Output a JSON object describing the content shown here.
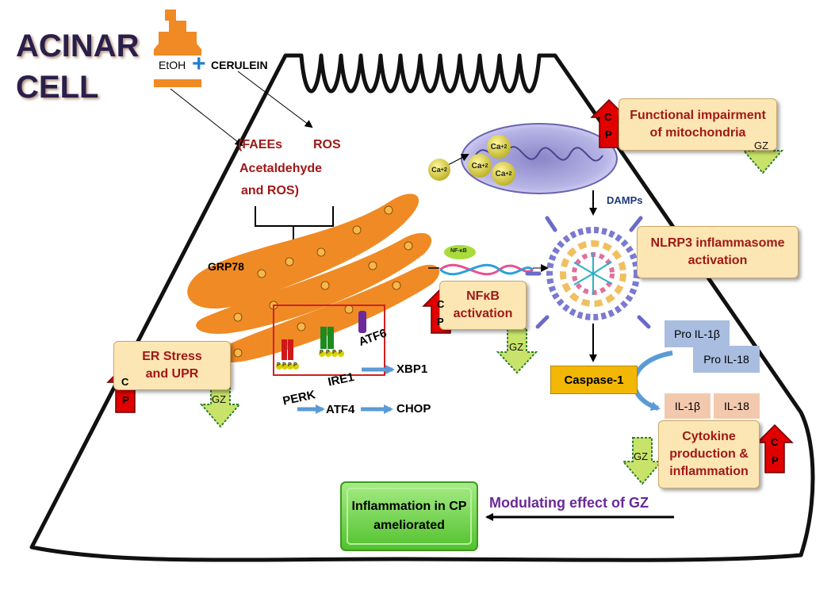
{
  "title": {
    "line1": "ACINAR",
    "line2": "CELL"
  },
  "inputs": {
    "etoh": "EtOH",
    "plus": "+",
    "cerulein": "CERULEIN"
  },
  "metabolites": {
    "faees": "(FAEEs",
    "acetaldehyde": "Acetaldehyde",
    "and_ros": "and ROS)",
    "ros": "ROS"
  },
  "er": {
    "grp78": "GRP78",
    "perk": "PERK",
    "ire1": "IRE1",
    "atf6": "ATF6",
    "xbp1": "XBP1",
    "atf4": "ATF4",
    "chop": "CHOP",
    "phospho": "P"
  },
  "calcium": {
    "ca": "Ca",
    "charge": "+2"
  },
  "nfkb_dna": "NF-κB",
  "damps": "DAMPs",
  "boxes": {
    "mito": [
      "Functional impairment",
      "of mitochondria"
    ],
    "nlrp3": [
      "NLRP3 inflammasome",
      "activation"
    ],
    "nfkb": [
      "NFκB",
      "activation"
    ],
    "er_stress": [
      "ER Stress",
      "and UPR"
    ],
    "cytokine": [
      "Cytokine",
      "production &",
      "inflammation"
    ]
  },
  "cp_arrow": {
    "c": "C",
    "p": "P"
  },
  "gz_arrow": "GZ",
  "caspase": "Caspase-1",
  "pro_il1b": "Pro IL-1β",
  "pro_il18": "Pro IL-18",
  "il1b": "IL-1β",
  "il18": "IL-18",
  "modulating": "Modulating effect of GZ",
  "outcome": [
    "Inflammation in CP",
    "ameliorated"
  ],
  "colors": {
    "er": "#f08a24",
    "box_fill": "#fce6b3",
    "dark_red": "#a01818",
    "cp_red": "#e00000",
    "gz_green": "#c9e36a",
    "caspase": "#f2b705",
    "pro_box": "#a9bde0",
    "il_box": "#f3c9ae",
    "outcome_green": "#6fd14a",
    "modulating_purple": "#6a2a9a"
  }
}
